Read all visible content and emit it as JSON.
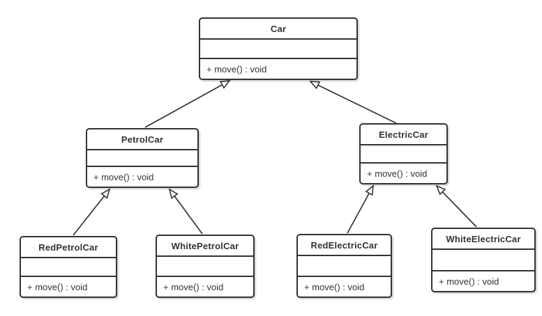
{
  "diagram_type": "uml-class-diagram",
  "classes": [
    {
      "name": "Car",
      "attributes": [],
      "methods": [
        "+ move() : void"
      ]
    },
    {
      "name": "PetrolCar",
      "attributes": [],
      "methods": [
        "+ move() : void"
      ]
    },
    {
      "name": "ElectricCar",
      "attributes": [],
      "methods": [
        "+ move() : void"
      ]
    },
    {
      "name": "RedPetrolCar",
      "attributes": [],
      "methods": [
        "+ move() : void"
      ]
    },
    {
      "name": "WhitePetrolCar",
      "attributes": [],
      "methods": [
        "+ move() : void"
      ]
    },
    {
      "name": "RedElectricCar",
      "attributes": [],
      "methods": [
        "+ move() : void"
      ]
    },
    {
      "name": "WhiteElectricCar",
      "attributes": [],
      "methods": [
        "+ move() : void"
      ]
    }
  ],
  "relations": [
    {
      "from": "PetrolCar",
      "to": "Car",
      "type": "generalization"
    },
    {
      "from": "ElectricCar",
      "to": "Car",
      "type": "generalization"
    },
    {
      "from": "RedPetrolCar",
      "to": "PetrolCar",
      "type": "generalization"
    },
    {
      "from": "WhitePetrolCar",
      "to": "PetrolCar",
      "type": "generalization"
    },
    {
      "from": "RedElectricCar",
      "to": "ElectricCar",
      "type": "generalization"
    },
    {
      "from": "WhiteElectricCar",
      "to": "ElectricCar",
      "type": "generalization"
    }
  ],
  "colors": {
    "stroke": "#333333",
    "fill": "#ffffff",
    "text": "#333333"
  }
}
